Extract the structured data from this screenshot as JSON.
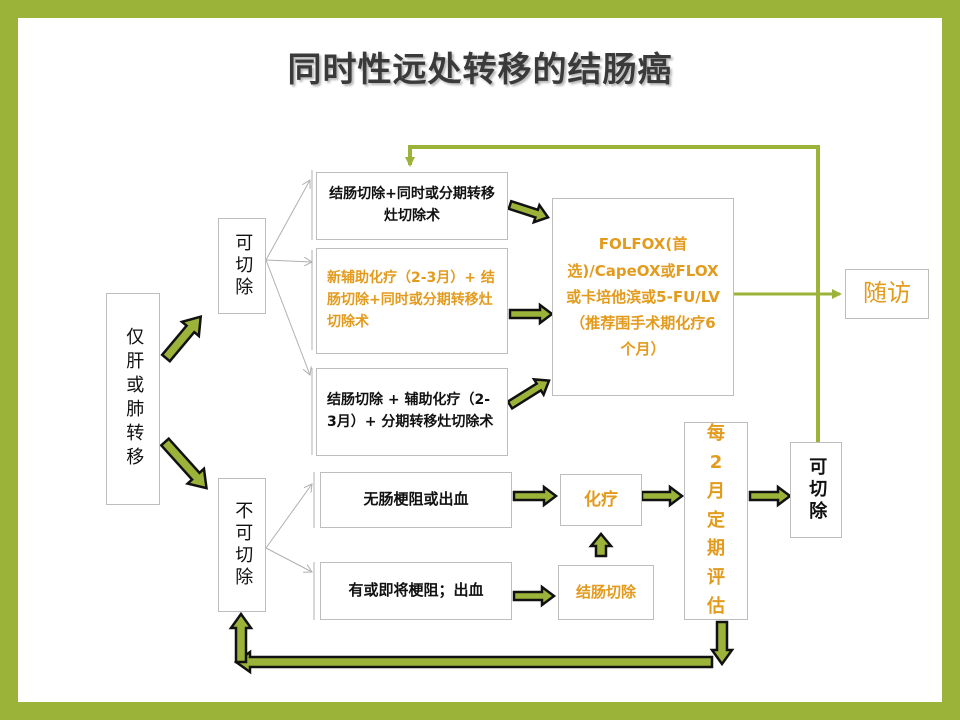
{
  "title": "同时性远处转移的结肠癌",
  "nodes": {
    "liver_lung": "仅肝或肺转移",
    "resectable": "可切除",
    "unresectable": "不可切除",
    "opt1": "结肠切除+同时或分期转移灶切除术",
    "opt2": "新辅助化疗（2-3月）+ 结肠切除+同时或分期转移灶切除术",
    "opt3": "结肠切除 + 辅助化疗（2-3月）+ 分期转移灶切除术",
    "chemo_regimen": "FOLFOX(首选)/CapeOX或FLOX或卡培他滨或5-FU/LV（推荐围手术期化疗6个月）",
    "followup": "随访",
    "no_obstruction": "无肠梗阻或出血",
    "obstruction": "有或即将梗阻；出血",
    "chemo": "化疗",
    "colectomy": "结肠切除",
    "eval": "每2月定期评估",
    "resectable2": "可切除"
  },
  "colors": {
    "frame": "#9cb33a",
    "accent": "#e39b1d",
    "arrow_fill": "#9cb33a",
    "arrow_stroke": "#111111",
    "line": "#b0b0b0"
  }
}
